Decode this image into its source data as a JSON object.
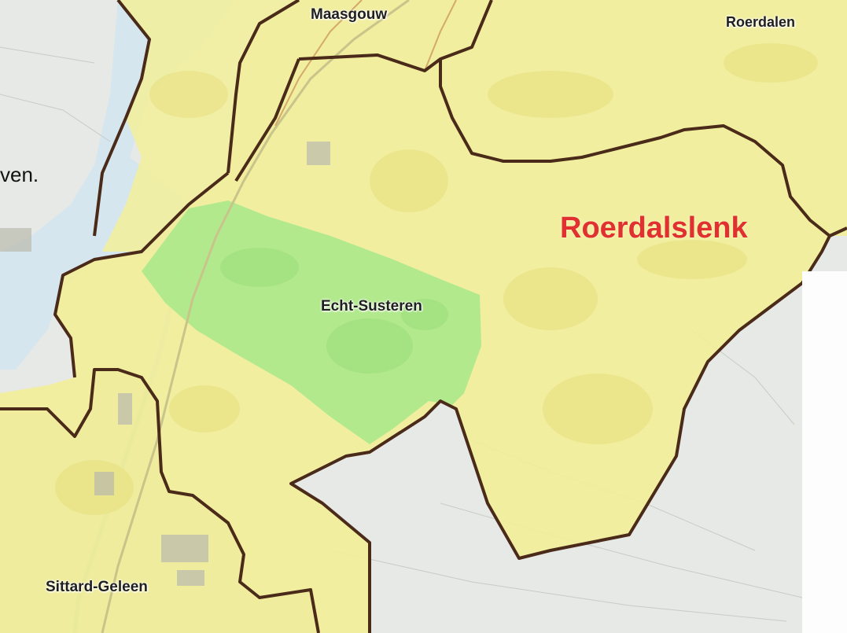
{
  "map": {
    "places": {
      "maasgouw": "Maasgouw",
      "roerdalen": "Roerdalen",
      "echt_susteren": "Echt-Susteren",
      "sittard_geleen": "Sittard-Geleen"
    },
    "region_label": "Roerdalslenk",
    "cut_off_text": "ven."
  },
  "colors": {
    "region_fill": "#f2ee9a",
    "highlight_fill": "#a8e88a",
    "boundary": "#4a2a18",
    "region_label": "#e03030",
    "water": "#cfe3ec",
    "background_map": "#e6e9e6"
  }
}
